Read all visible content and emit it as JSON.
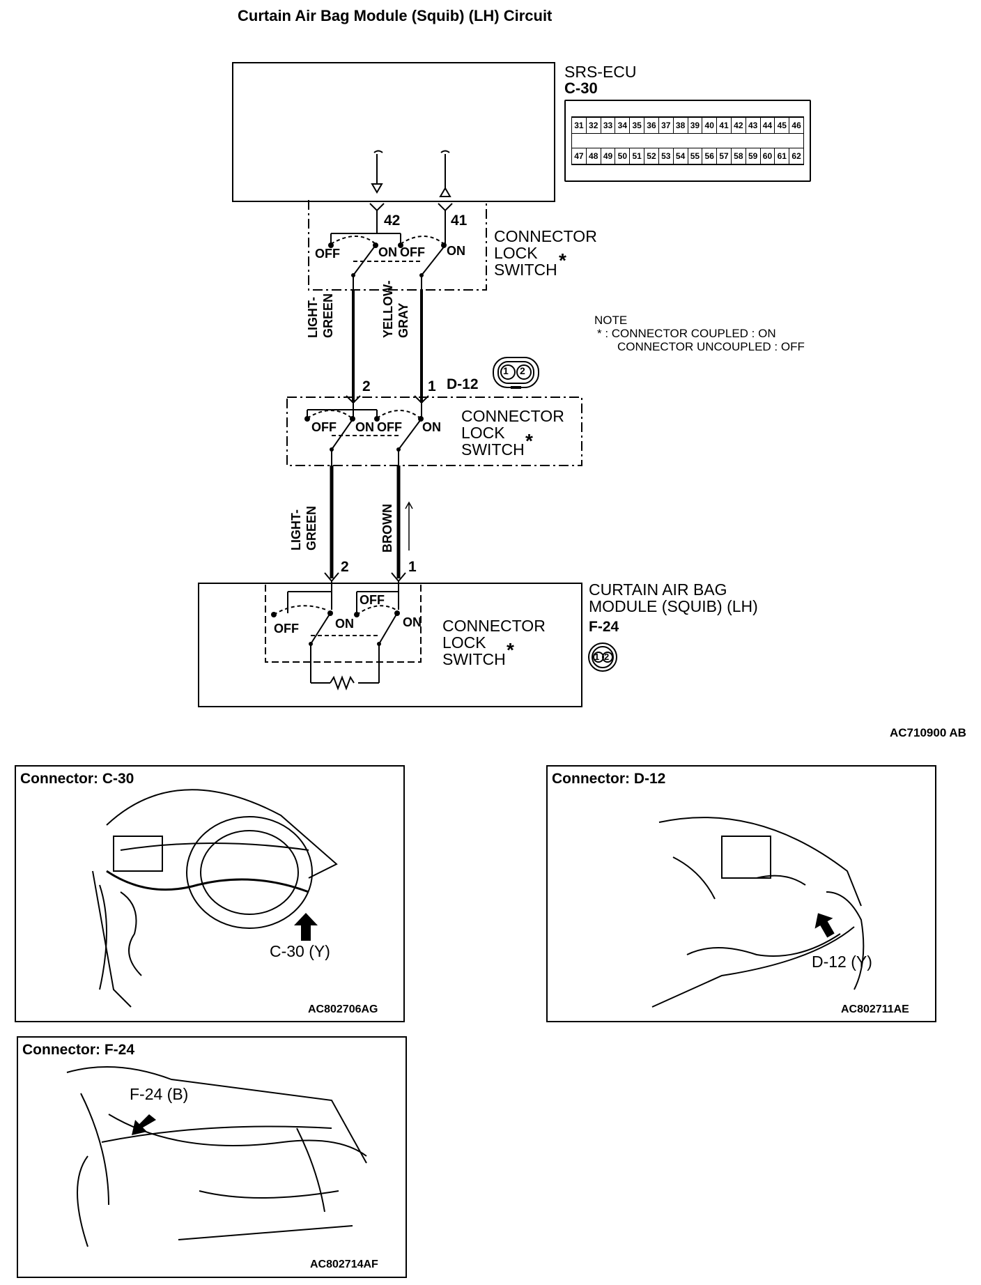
{
  "title": "Curtain Air Bag Module (Squib) (LH) Circuit",
  "ecu": {
    "name": "SRS-ECU",
    "connector": "C-30"
  },
  "pins_top": [
    "31",
    "32",
    "33",
    "34",
    "35",
    "36",
    "37",
    "38",
    "39",
    "40",
    "41",
    "42",
    "43",
    "44",
    "45",
    "46"
  ],
  "pins_bottom": [
    "47",
    "48",
    "49",
    "50",
    "51",
    "52",
    "53",
    "54",
    "55",
    "56",
    "57",
    "58",
    "59",
    "60",
    "61",
    "62"
  ],
  "ecu_terminals": [
    "42",
    "41"
  ],
  "switch_label": "CONNECTOR\nLOCK\nSWITCH",
  "asterisk": "*",
  "state_off": "OFF",
  "state_on": "ON",
  "wire_upper_left": [
    "LIGHT-",
    "GREEN"
  ],
  "wire_upper_right": [
    "YELLOW-",
    "GRAY"
  ],
  "wire_lower_left": [
    "LIGHT-",
    "GREEN"
  ],
  "wire_lower_right": [
    "BROWN"
  ],
  "mid_connector": {
    "code": "D-12",
    "pin2": "2",
    "pin1": "1",
    "face": [
      "1",
      "2"
    ]
  },
  "module": {
    "name": "CURTAIN AIR BAG\nMODULE (SQUIB) (LH)",
    "code": "F-24",
    "pin2": "2",
    "pin1": "1",
    "face": [
      "1",
      "2"
    ]
  },
  "note": {
    "heading": "NOTE",
    "line1": "* : CONNECTOR COUPLED : ON",
    "line2": "CONNECTOR UNCOUPLED : OFF"
  },
  "diagram_code": "AC710900 AB",
  "panels": [
    {
      "title": "Connector: C-30",
      "callout": "C-30 (Y)",
      "code": "AC802706AG"
    },
    {
      "title": "Connector: D-12",
      "callout": "D-12 (Y)",
      "code": "AC802711AE"
    },
    {
      "title": "Connector: F-24",
      "callout": "F-24 (B)",
      "code": "AC802714AF"
    }
  ]
}
